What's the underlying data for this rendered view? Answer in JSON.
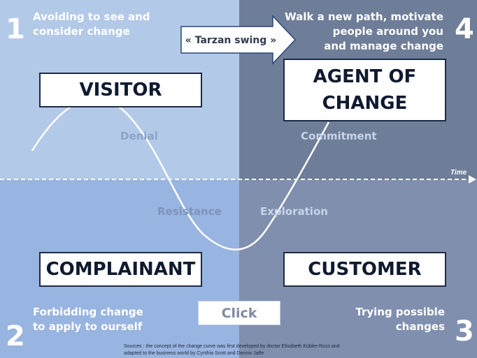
{
  "quadrants": {
    "q1": {
      "number": "1",
      "line1": "Avoiding to see and",
      "line2": "consider change"
    },
    "q2": {
      "number": "2",
      "line1": "Forbidding change",
      "line2": "to apply to ourself"
    },
    "q3": {
      "number": "3",
      "line1": "Trying possible",
      "line2": "changes"
    },
    "q4": {
      "number": "4",
      "line1": "Walk a new path, motivate",
      "line2": "people around you",
      "line3": "and manage change"
    }
  },
  "roles": {
    "visitor": "VISITOR",
    "agent_line1": "AGENT OF",
    "agent_line2": "CHANGE",
    "complainant": "COMPLAINANT",
    "customer": "CUSTOMER"
  },
  "stages": {
    "denial": "Denial",
    "resistance": "Resistance",
    "exploration": "Exploration",
    "commitment": "Commitment"
  },
  "arrow_label": "« Tarzan swing »",
  "axis_label": "Time",
  "click_button": "Click",
  "sources_line1": "Sources : the concept of the change curve was first developed by doctor Elisabeth Kübler-Ross and",
  "sources_line2": "adapted to the business world by Cynthia Scott and Dennis Jaffe",
  "colors": {
    "q1": "#b3c9e8",
    "q2": "#98b4e0",
    "q3": "#7f8fad",
    "q4": "#6e7d98",
    "box_border": "#1d2a44",
    "curve": "#ffffff"
  }
}
